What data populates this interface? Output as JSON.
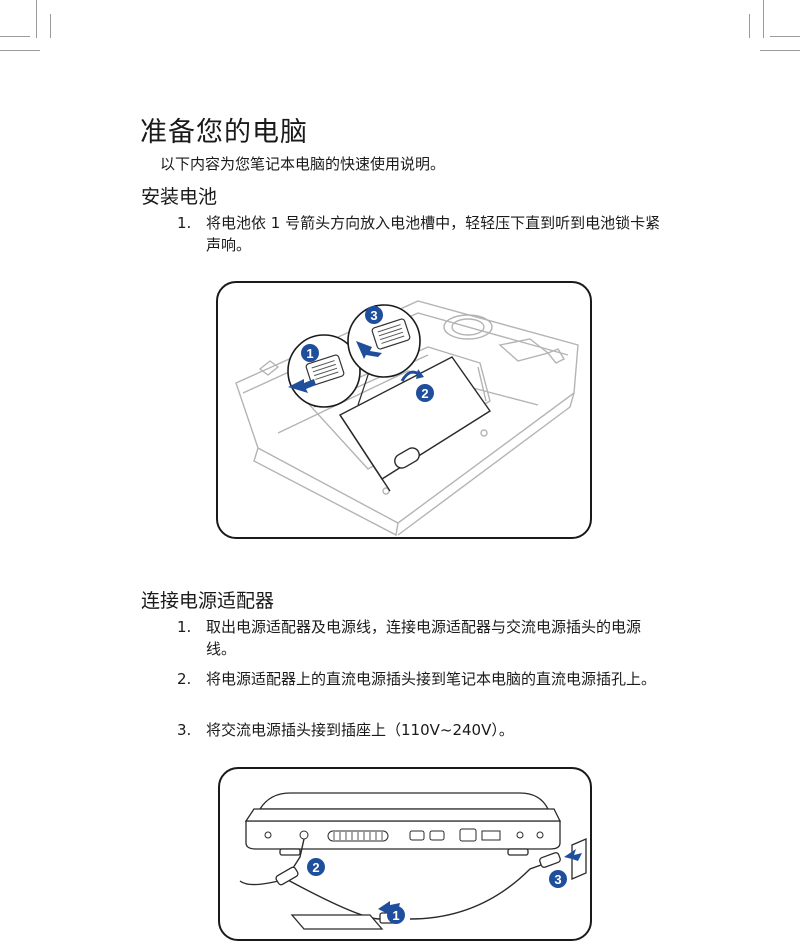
{
  "title": "准备您的电脑",
  "intro": "以下内容为您笔记本电脑的快速使用说明。",
  "section_battery": {
    "heading": "安装电池",
    "steps": [
      {
        "num": "1.",
        "text": "将电池依 1 号箭头方向放入电池槽中，轻轻压下直到听到电池锁卡紧声响。"
      }
    ],
    "figure_labels": [
      "1",
      "2",
      "3"
    ]
  },
  "section_power": {
    "heading": "连接电源适配器",
    "steps": [
      {
        "num": "1.",
        "text": "取出电源适配器及电源线，连接电源适配器与交流电源插头的电源线。"
      },
      {
        "num": "2.",
        "text": "将电源适配器上的直流电源插头接到笔记本电脑的直流电源插孔上。"
      },
      {
        "num": "3.",
        "text": "将交流电源插头接到插座上（110V~240V）。"
      }
    ],
    "figure_labels": [
      "1",
      "2",
      "3"
    ]
  },
  "colors": {
    "accent_blue": "#1f4f9c",
    "line_gray": "#b4b4b4",
    "text": "#1a1a1a"
  }
}
